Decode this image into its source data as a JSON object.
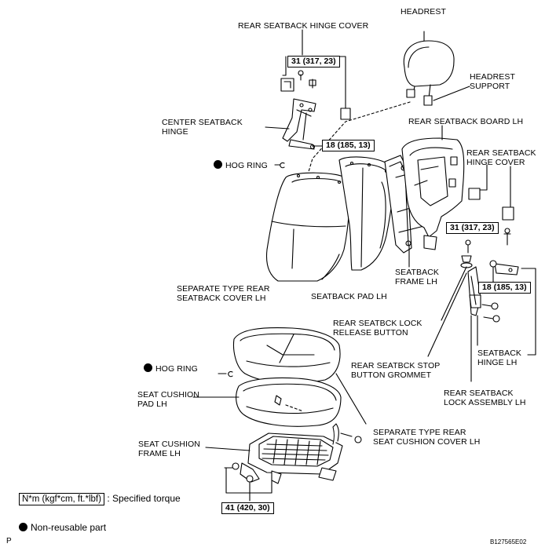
{
  "labels": {
    "headrest": "HEADREST",
    "rear_seatback_hinge_cover_top": "REAR SEATBACK HINGE COVER",
    "headrest_support": [
      "HEADREST",
      "SUPPORT"
    ],
    "center_seatback_hinge": [
      "CENTER SEATBACK",
      "HINGE"
    ],
    "rear_seatback_board_lh": "REAR SEATBACK BOARD LH",
    "rear_seatback_hinge_cover_right": [
      "REAR SEATBACK",
      "HINGE COVER"
    ],
    "hog_ring_upper": "HOG RING",
    "separate_type_rear_seatback_cover_lh": [
      "SEPARATE TYPE REAR",
      "SEATBACK COVER LH"
    ],
    "seatback_pad_lh": "SEATBACK PAD LH",
    "seatback_frame_lh": [
      "SEATBACK",
      "FRAME LH"
    ],
    "rear_seatbck_lock_release_button": [
      "REAR SEATBCK LOCK",
      "RELEASE BUTTON"
    ],
    "rear_seatbck_stop_button_grommet": [
      "REAR SEATBCK STOP",
      "BUTTON GROMMET"
    ],
    "seatback_hinge_lh": [
      "SEATBACK",
      "HINGE LH"
    ],
    "hog_ring_lower": "HOG RING",
    "seat_cushion_pad_lh": [
      "SEAT CUSHION",
      "PAD LH"
    ],
    "rear_seatback_lock_assembly_lh": [
      "REAR SEATBACK",
      "LOCK ASSEMBLY LH"
    ],
    "separate_type_rear_seat_cushion_cover_lh": [
      "SEPARATE TYPE REAR",
      "SEAT CUSHION COVER LH"
    ],
    "seat_cushion_frame_lh": [
      "SEAT CUSHION",
      "FRAME LH"
    ],
    "ring_symbol": "C"
  },
  "torques": {
    "t1": "31 (317, 23)",
    "t2": "18 (185, 13)",
    "t3": "31 (317, 23)",
    "t4": "18 (185, 13)",
    "t5": "41 (420, 30)"
  },
  "legend": {
    "torque_unit": "N*m (kgf*cm, ft.*lbf)",
    "torque_desc": ": Specified torque",
    "non_reusable": "Non-reusable part"
  },
  "corner": {
    "left": "P",
    "code": "B127565E02"
  }
}
